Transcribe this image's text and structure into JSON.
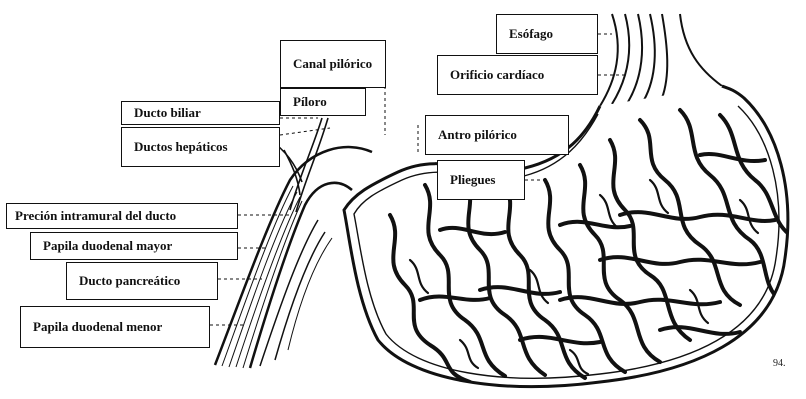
{
  "labels": {
    "esofago": "Esófago",
    "canal_pilorico": "Canal pilórico",
    "orificio_cardiaco": "Orificio cardíaco",
    "piloro": "Píloro",
    "ducto_biliar": "Ducto biliar",
    "ductos_hepaticos": "Ductos hepáticos",
    "antro_pilorico": "Antro pilórico",
    "pliegues": "Pliegues",
    "precion_intramural": "Preción intramural del ducto",
    "papila_mayor": "Papila duodenal mayor",
    "ducto_pancreatico": "Ducto pancreático",
    "papila_menor": "Papila duodenal menor"
  },
  "signature": "94.",
  "colors": {
    "ink": "#111111",
    "background": "#ffffff"
  }
}
